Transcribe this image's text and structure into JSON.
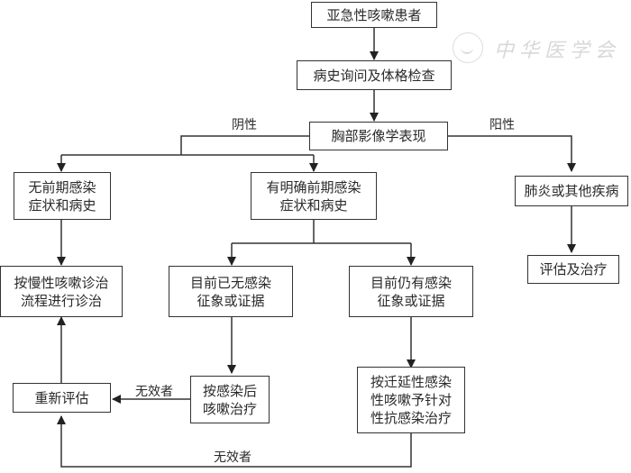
{
  "watermark": {
    "text": "中华医学会",
    "logo": "chinese-medical-association-logo"
  },
  "nodes": {
    "start": "亚急性咳嗽患者",
    "history_exam": "病史询问及体格检查",
    "chest_imaging": "胸部影像学表现",
    "no_prior_infection": "无前期感染\n症状和病史",
    "clear_prior_infection": "有明确前期感染\n症状和病史",
    "pneumonia": "肺炎或其他疾病",
    "evaluate_treat": "评估及治疗",
    "chronic_cough_workflow": "按慢性咳嗽诊治\n流程进行诊治",
    "no_current_infection": "目前已无感染\n征象或证据",
    "current_infection": "目前仍有感染\n征象或证据",
    "post_infectious_treatment": "按感染后\n咳嗽治疗",
    "reevaluate": "重新评估",
    "prolonged_infection_treatment": "按迁延性感染\n性咳嗽予针对\n性抗感染治疗"
  },
  "edge_labels": {
    "negative": "阴性",
    "positive": "阳性",
    "ineffective_1": "无效者",
    "ineffective_2": "无效者"
  }
}
